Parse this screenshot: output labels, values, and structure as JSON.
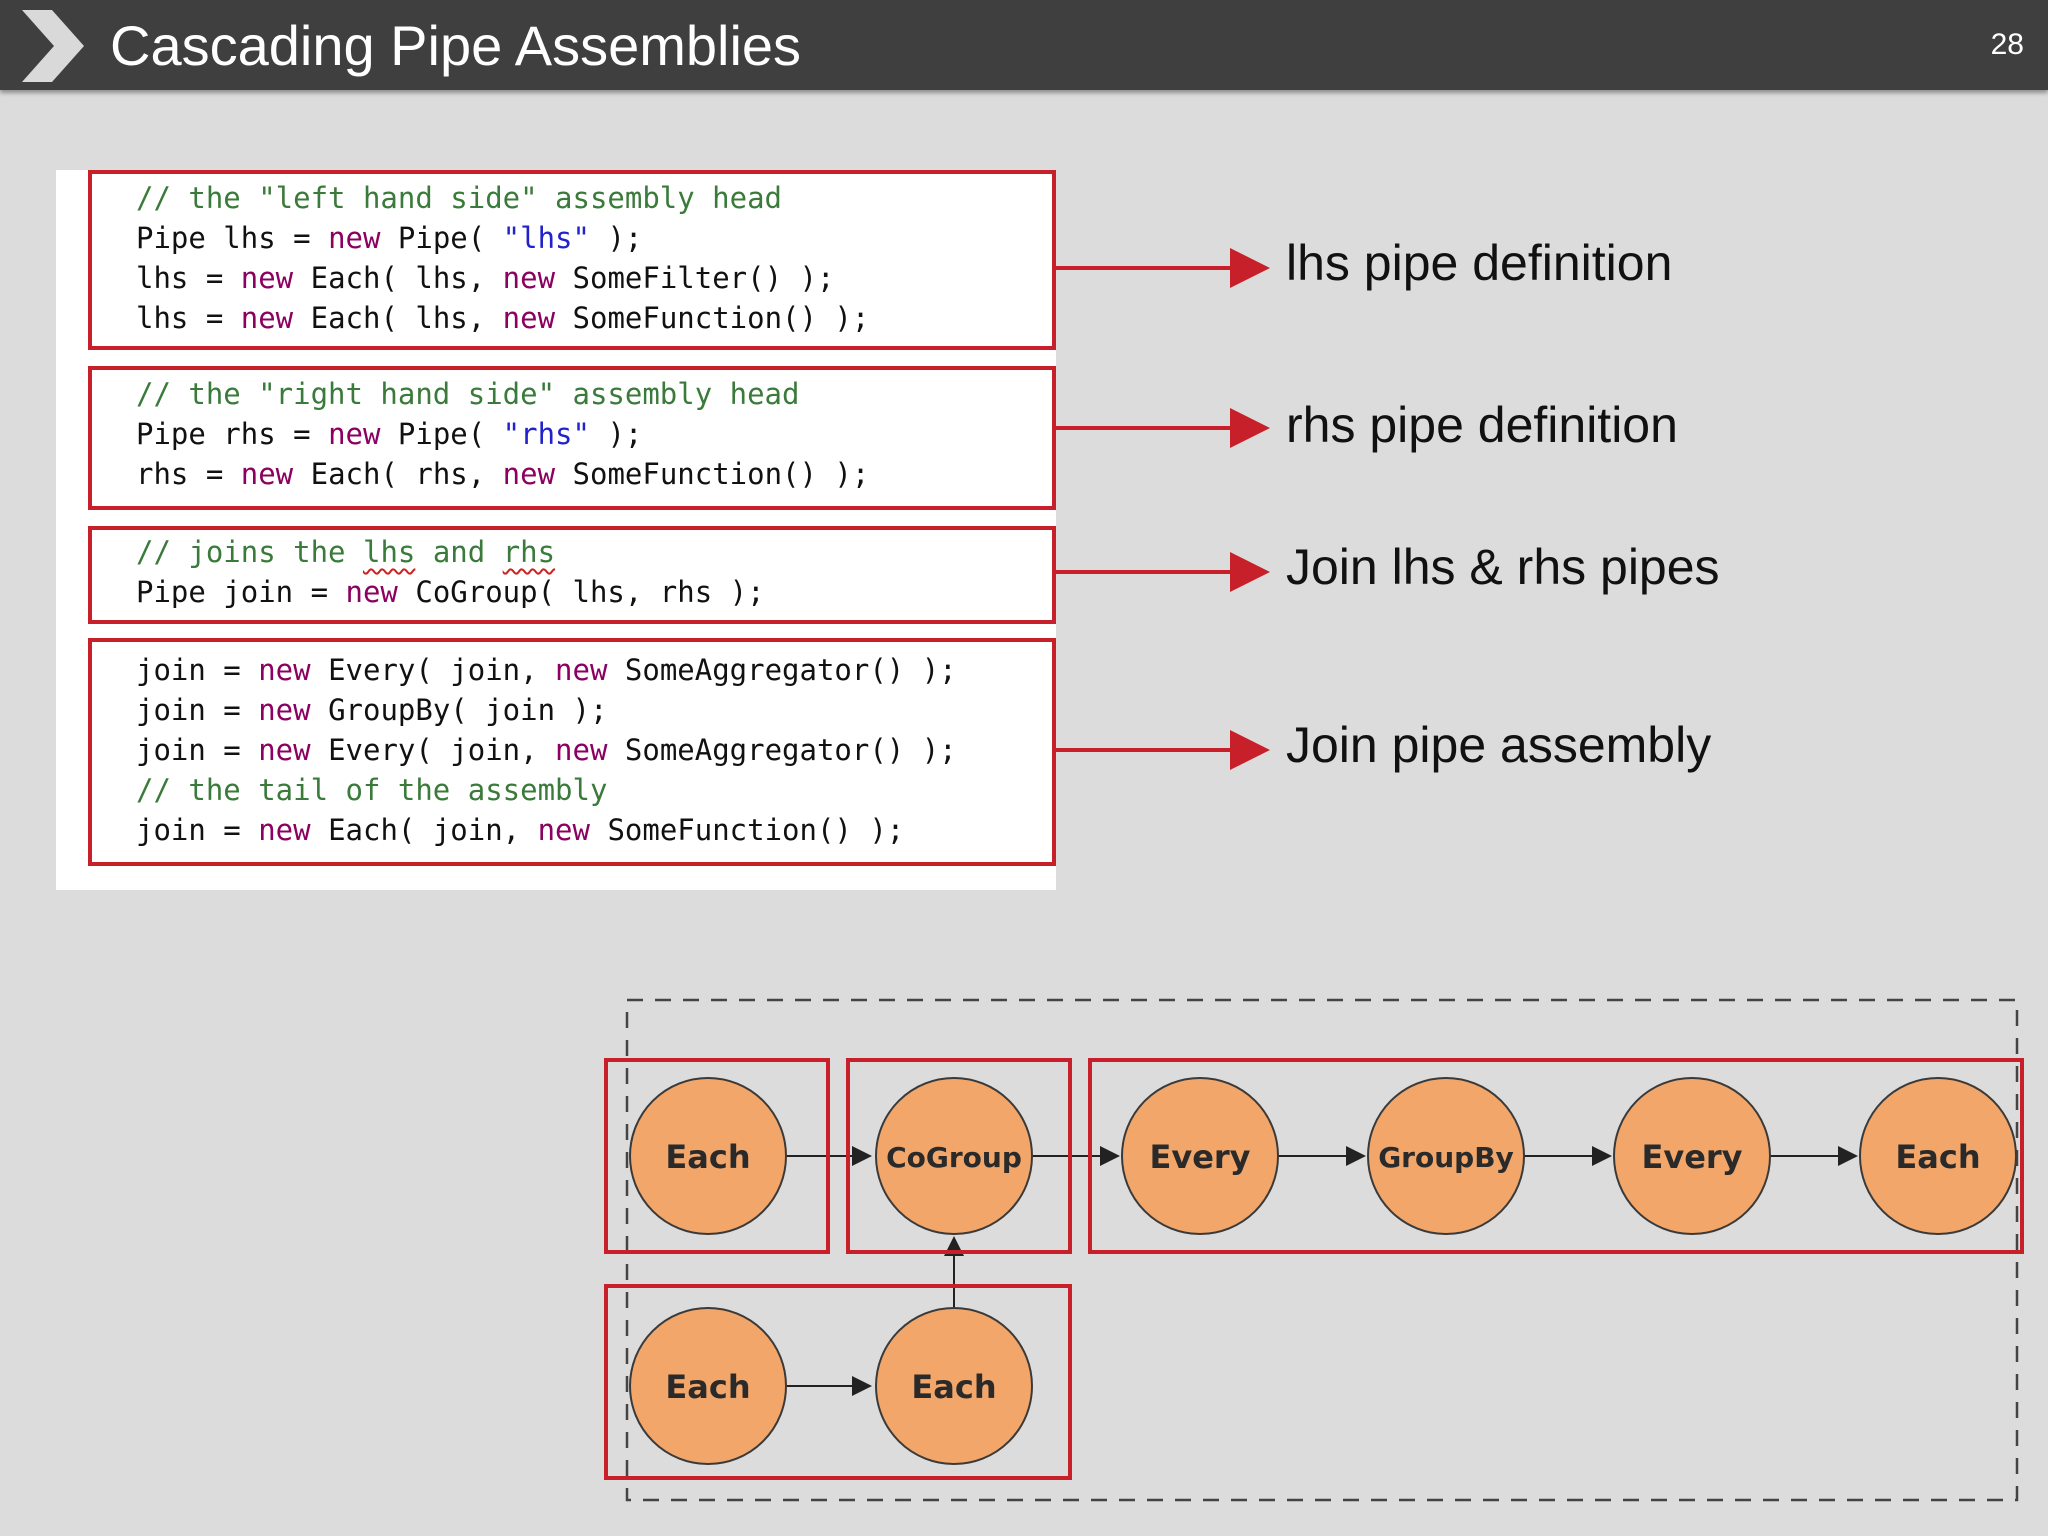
{
  "header": {
    "title": "Cascading Pipe Assemblies",
    "page_number": "28"
  },
  "code": {
    "block1": [
      "// the \"left hand side\" assembly head",
      "Pipe lhs = new Pipe( \"lhs\" );",
      "lhs = new Each( lhs, new SomeFilter() );",
      "lhs = new Each( lhs, new SomeFunction() );"
    ],
    "block2": [
      "// the \"right hand side\" assembly head",
      "Pipe rhs = new Pipe( \"rhs\" );",
      "rhs = new Each( rhs, new SomeFunction() );"
    ],
    "block3": [
      "// joins the lhs and rhs",
      "Pipe join = new CoGroup( lhs, rhs );"
    ],
    "block4": [
      "join = new Every( join, new SomeAggregator() );",
      "join = new GroupBy( join );",
      "join = new Every( join, new SomeAggregator() );",
      "// the tail of the assembly",
      "join = new Each( join, new SomeFunction() );"
    ]
  },
  "annotations": {
    "lhs": "lhs pipe definition",
    "rhs": "rhs pipe definition",
    "join": "Join lhs & rhs pipes",
    "assembly": "Join pipe assembly"
  },
  "diagram": {
    "nodes": [
      "Each",
      "CoGroup",
      "Every",
      "GroupBy",
      "Every",
      "Each",
      "Each",
      "Each"
    ],
    "node_color": "#f2a66a",
    "highlight_color": "#c8202a"
  }
}
